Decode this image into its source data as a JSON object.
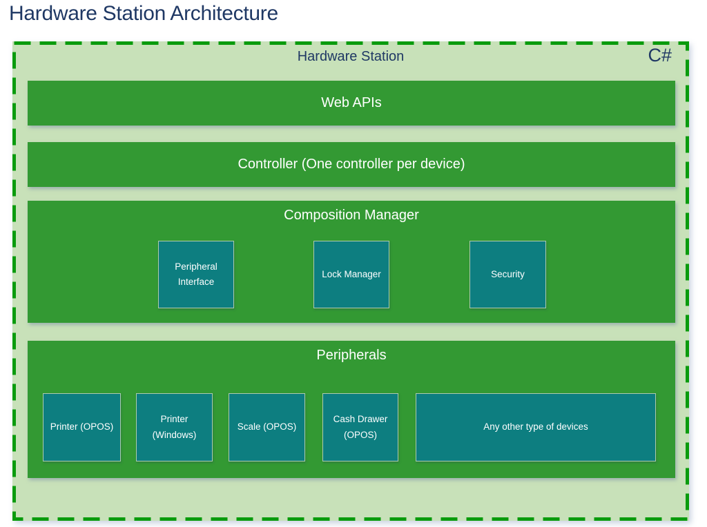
{
  "page": {
    "title": "Hardware Station Architecture"
  },
  "colors": {
    "title_navy": "#1f3864",
    "dash_border_green": "#0a9b0d",
    "container_light_green": "#c8e1b9",
    "layer_green": "#339933",
    "component_teal": "#0d7e80",
    "text_white": "#ffffff"
  },
  "diagram": {
    "container_label": "Hardware Station",
    "language_badge": "C#",
    "layers": [
      {
        "id": "web-apis",
        "label": "Web APIs",
        "children": []
      },
      {
        "id": "controller",
        "label": "Controller (One controller per device)",
        "children": []
      },
      {
        "id": "composition-manager",
        "label": "Composition Manager",
        "children": [
          "Peripheral Interface",
          "Lock Manager",
          "Security"
        ]
      },
      {
        "id": "peripherals",
        "label": "Peripherals",
        "children": [
          "Printer (OPOS)",
          "Printer (Windows)",
          "Scale (OPOS)",
          "Cash Drawer (OPOS)",
          "Any other type of devices"
        ]
      }
    ]
  }
}
